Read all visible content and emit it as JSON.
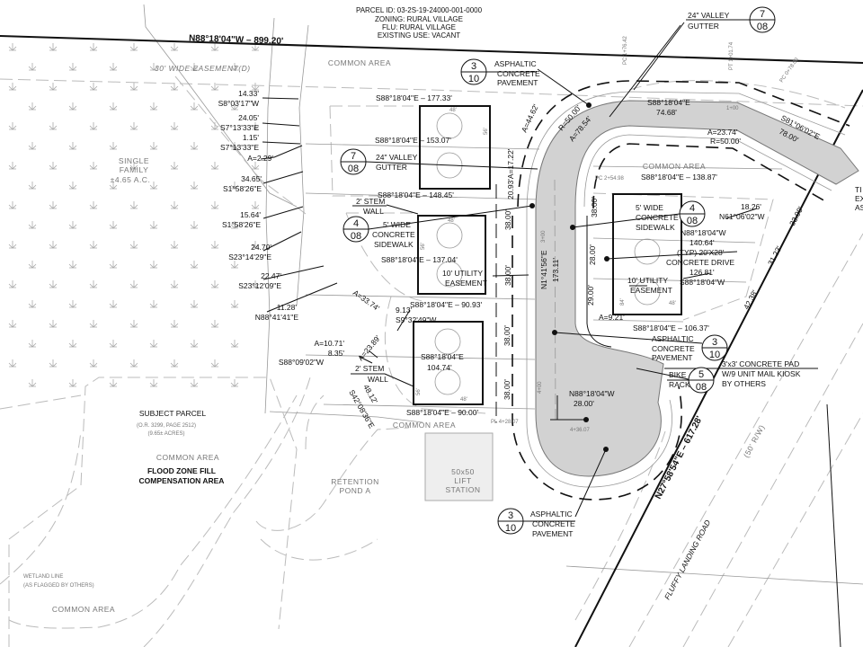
{
  "header": {
    "parcel_id": "PARCEL ID: 03-2S-19-24000-001-0000",
    "zoning": "ZONING: RURAL VILLAGE",
    "flu": "FLU: RURAL VILLAGE",
    "existing_use": "EXISTING USE: VACANT"
  },
  "boundary": {
    "north": "N88°18'04\"W – 899.20'",
    "east": "N27°58'54\"E – 617.28'"
  },
  "areas": {
    "common_top": "COMMON AREA",
    "common_mid": "COMMON AREA",
    "common_right": "COMMON AREA",
    "common_left": "COMMON AREA",
    "common_bottom": "COMMON AREA",
    "easement": "30' WIDE EASEMENT(D)",
    "single_family_1": "SINGLE",
    "single_family_2": "FAMILY",
    "single_family_3": "±4.65 A.C.",
    "subject_parcel": "SUBJECT PARCEL",
    "subject_or": "(O.R. 3299, PAGE 2512)",
    "subject_acres": "(9.65± ACRES)",
    "flood_1": "FLOOD ZONE FILL",
    "flood_2": "COMPENSATION AREA",
    "pond_1": "RETENTION",
    "pond_2": "POND A",
    "lift_1": "50x50",
    "lift_2": "LIFT",
    "lift_3": "STATION",
    "wetland_1": "WETLAND LINE",
    "wetland_2": "(AS FLAGGED BY OTHERS)",
    "road": "FLUFFY LANDING ROAD",
    "road_rw": "(50' R/W)",
    "clipped_1": "TI",
    "clipped_2": "EX",
    "clipped_3": "AS"
  },
  "callouts": [
    {
      "top": "3",
      "bottom": "10",
      "l1": "ASPHALTIC",
      "l2": "CONCRETE",
      "l3": "PAVEMENT"
    },
    {
      "top": "7",
      "bottom": "08",
      "l1": "24\" VALLEY",
      "l2": "GUTTER"
    },
    {
      "top": "7",
      "bottom": "08",
      "l1": "24\" VALLEY",
      "l2": "GUTTER"
    },
    {
      "top": "4",
      "bottom": "08",
      "l1": "5' WIDE",
      "l2": "CONCRETE",
      "l3": "SIDEWALK"
    },
    {
      "top": "4",
      "bottom": "08",
      "l1": "5' WIDE",
      "l2": "CONCRETE",
      "l3": "SIDEWALK"
    },
    {
      "top": "3",
      "bottom": "10",
      "l1": "ASPHALTIC",
      "l2": "CONCRETE",
      "l3": "PAVEMENT"
    },
    {
      "top": "5",
      "bottom": "08",
      "l1": "BIKE",
      "l2": "RACK"
    },
    {
      "top": "3",
      "bottom": "10",
      "l1": "ASPHALTIC",
      "l2": "CONCRETE",
      "l3": "PAVEMENT"
    }
  ],
  "notes": {
    "stem_wall_1a": "2' STEM",
    "stem_wall_1b": "WALL",
    "stem_wall_2a": "2' STEM",
    "stem_wall_2b": "WALL",
    "utility_1a": "10' UTILITY",
    "utility_1b": "EASEMENT",
    "utility_2a": "10' UTILITY",
    "utility_2b": "EASEMENT",
    "drive_a": "(TYP) 20'X28'",
    "drive_b": "CONCRETE DRIVE",
    "kiosk_a": "3'x3' CONCRETE PAD",
    "kiosk_b": "W/9 UNIT MAIL KIOSK",
    "kiosk_c": "BY OTHERS"
  },
  "dims": {
    "d1a": "14.33'",
    "d1b": "S8°03'17\"W",
    "d2a": "24.05'",
    "d2b": "S7°13'33\"E",
    "d3a": "1.15'",
    "d3b": "S7°13'33\"E",
    "d4": "A=2.29'",
    "d5a": "34.65'",
    "d5b": "S1°58'26\"E",
    "d6a": "15.64'",
    "d6b": "S1°58'26\"E",
    "d7a": "24.70'",
    "d7b": "S23°14'29\"E",
    "d8a": "22.47'",
    "d8b": "S23°12'09\"E",
    "d9a": "11.28'",
    "d9b": "N88°41'41\"E",
    "arc1": "A=33.74'",
    "d10a": "9.13'",
    "d10b": "S9°32'49\"W",
    "d11a": "A=10.71'",
    "d11b": "8.35'",
    "d11c": "S88°09'02\"W",
    "arc2": "A=23.89'",
    "d12a": "48.12'",
    "d12b": "S42°08'36\"E",
    "lot_177": "S88°18'04\"E – 177.33'",
    "lot_153": "S88°18'04\"E – 153.07'",
    "lot_148": "S88°18'04\"E – 148.45'",
    "lot_137": "S88°18'04\"E – 137.04'",
    "lot_90_93": "S88°18'04\"E – 90.93'",
    "lot_104a": "S88°18'04\"E",
    "lot_104b": "104.74'",
    "lot_90": "S88°18'04\"E – 90.00'",
    "lot_138": "S88°18'04\"E – 138.87'",
    "road_a": "S88°18'04\"E",
    "road_b": "74.68'",
    "curve_a": "A=23.74'",
    "curve_b": "R=50.00'",
    "road_c": "S81°06'02\"E",
    "road_d": "78.00'",
    "curve_c": "R=50.00'",
    "curve_d": "A=78.54'",
    "curve_e": "A=44.62'",
    "curve_f": "20.93'A=17.22'",
    "d13a": "18.26'",
    "d13b": "N61°06'02\"W",
    "d14a": "N88°18'04\"W",
    "d14b": "140.64'",
    "d15a": "126.81'",
    "d15b": "S88°18'04\"W",
    "d16": "A=9.21'",
    "d17": "S88°18'04\"E – 106.37'",
    "cl_a": "N1°41'56\"E",
    "cl_b": "173.11'",
    "cds_a": "N88°18'04\"W",
    "cds_b": "28.00'",
    "sta_end": "4+36.07",
    "sta_pl": "PL 4+28.07",
    "w1": "38.00'",
    "w2": "38.00'",
    "w3": "38.00'",
    "w4": "38.00'",
    "w5": "38.00'",
    "w6": "28.00'",
    "w7": "29.00'",
    "e1": "33.00'",
    "e2": "31.23'",
    "e3": "42.38'",
    "pc1": "PC 1+76.42",
    "pt1": "PT 1+01.74",
    "pc2": "PC 0+78.00",
    "sta_100": "1+00",
    "sta_300": "3+00",
    "sta_400": "4+00",
    "pc3": "PC 2+54.98",
    "lot_w1": "48'",
    "lot_w2": "48'",
    "lot_w3": "48'",
    "lot_w4": "48'",
    "lot_d1": "56'",
    "lot_d2": "56'",
    "lot_d3": "56'",
    "lot_d4": "84'"
  }
}
